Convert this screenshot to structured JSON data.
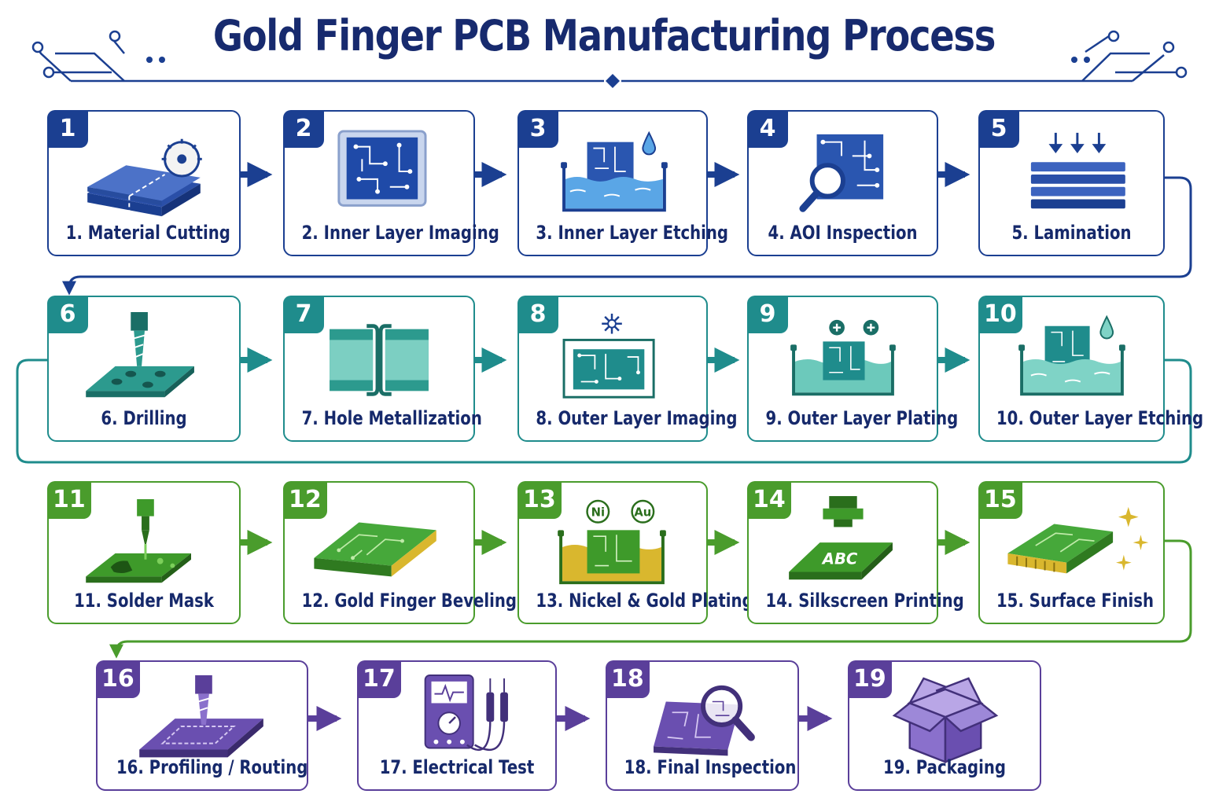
{
  "title": "Gold Finger PCB Manufacturing Process",
  "colors": {
    "blue": "#1b3f91",
    "teal": "#1f8c8c",
    "green": "#4a9c2c",
    "purple": "#5a3f9a",
    "gold": "#d9b72e",
    "title": "#172a6e"
  },
  "steps": [
    {
      "number": "1",
      "label": "1. Material Cutting",
      "icon": "cutting-saw-icon"
    },
    {
      "number": "2",
      "label": "2. Inner Layer Imaging",
      "icon": "circuit-imaging-icon"
    },
    {
      "number": "3",
      "label": "3. Inner Layer Etching",
      "icon": "etching-tank-icon"
    },
    {
      "number": "4",
      "label": "4. AOI Inspection",
      "icon": "magnifier-board-icon"
    },
    {
      "number": "5",
      "label": "5. Lamination",
      "icon": "lamination-stack-icon"
    },
    {
      "number": "6",
      "label": "6. Drilling",
      "icon": "drill-icon"
    },
    {
      "number": "7",
      "label": "7. Hole Metallization",
      "icon": "plated-hole-icon"
    },
    {
      "number": "8",
      "label": "8. Outer Layer Imaging",
      "icon": "light-exposure-icon"
    },
    {
      "number": "9",
      "label": "9. Outer Layer Plating",
      "icon": "plating-tank-icon"
    },
    {
      "number": "10",
      "label": "10. Outer Layer Etching",
      "icon": "etching-tank-icon"
    },
    {
      "number": "11",
      "label": "11. Solder Mask",
      "icon": "solder-mask-nozzle-icon"
    },
    {
      "number": "12",
      "label": "12. Gold Finger Beveling",
      "icon": "beveled-board-icon"
    },
    {
      "number": "13",
      "label": "13. Nickel & Gold Plating",
      "icon": "ni-au-tank-icon",
      "chips": [
        "Ni",
        "Au"
      ]
    },
    {
      "number": "14",
      "label": "14. Silkscreen Printing",
      "icon": "silkscreen-printer-icon",
      "print_text": "ABC"
    },
    {
      "number": "15",
      "label": "15. Surface Finish",
      "icon": "sparkling-board-icon"
    },
    {
      "number": "16",
      "label": "16. Profiling / Routing",
      "icon": "router-bit-icon"
    },
    {
      "number": "17",
      "label": "17. Electrical Test",
      "icon": "multimeter-icon"
    },
    {
      "number": "18",
      "label": "18. Final Inspection",
      "icon": "inspection-board-icon"
    },
    {
      "number": "19",
      "label": "19. Packaging",
      "icon": "box-icon"
    }
  ]
}
